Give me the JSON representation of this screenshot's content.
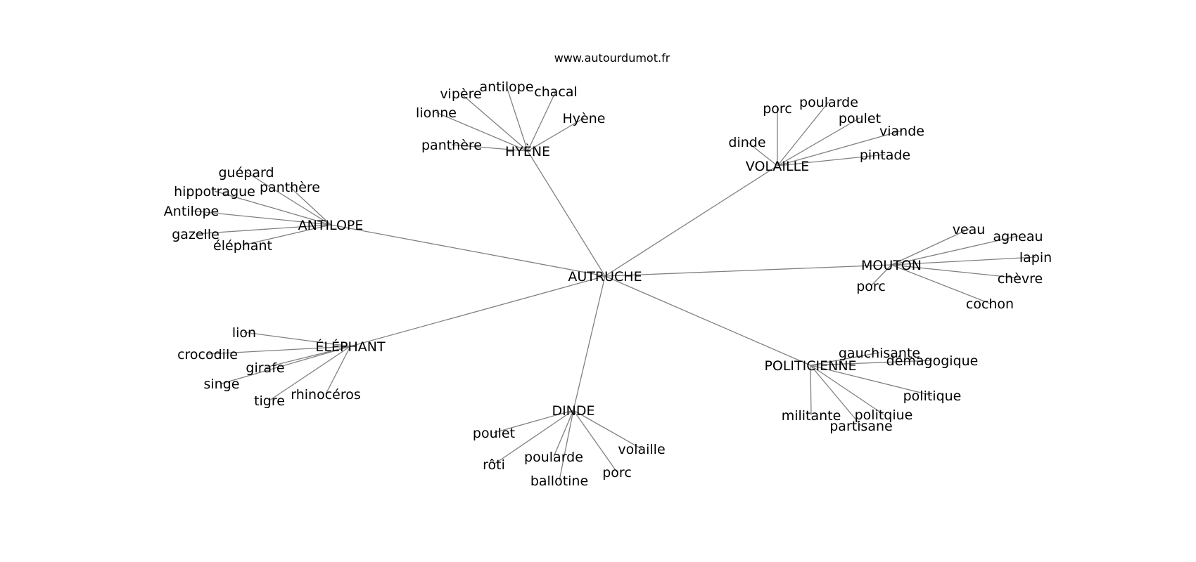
{
  "site": "www.autourdumot.fr",
  "root": "AUTRUCHE",
  "clusters": [
    {
      "label": "HYÈNE",
      "leaves": [
        "lionne",
        "vipère",
        "antilope",
        "chacal",
        "Hyène",
        "panthère"
      ]
    },
    {
      "label": "VOLAILLE",
      "leaves": [
        "porc",
        "poularde",
        "poulet",
        "viande",
        "dinde",
        "pintade"
      ]
    },
    {
      "label": "ANTILOPE",
      "leaves": [
        "guépard",
        "hippotrague",
        "panthère",
        "Antilope",
        "gazelle",
        "éléphant"
      ]
    },
    {
      "label": "MOUTON",
      "leaves": [
        "veau",
        "agneau",
        "lapin",
        "chèvre",
        "porc",
        "cochon"
      ]
    },
    {
      "label": "ÉLÉPHANT",
      "leaves": [
        "lion",
        "crocodile",
        "girafe",
        "singe",
        "tigre",
        "rhinocéros"
      ]
    },
    {
      "label": "POLITICIENNE",
      "leaves": [
        "gauchisante",
        "démagogique",
        "politique",
        "politqiue",
        "militante",
        "partisane"
      ]
    },
    {
      "label": "DINDE",
      "leaves": [
        "poulet",
        "rôti",
        "poularde",
        "ballotine",
        "porc",
        "volaille"
      ]
    }
  ]
}
